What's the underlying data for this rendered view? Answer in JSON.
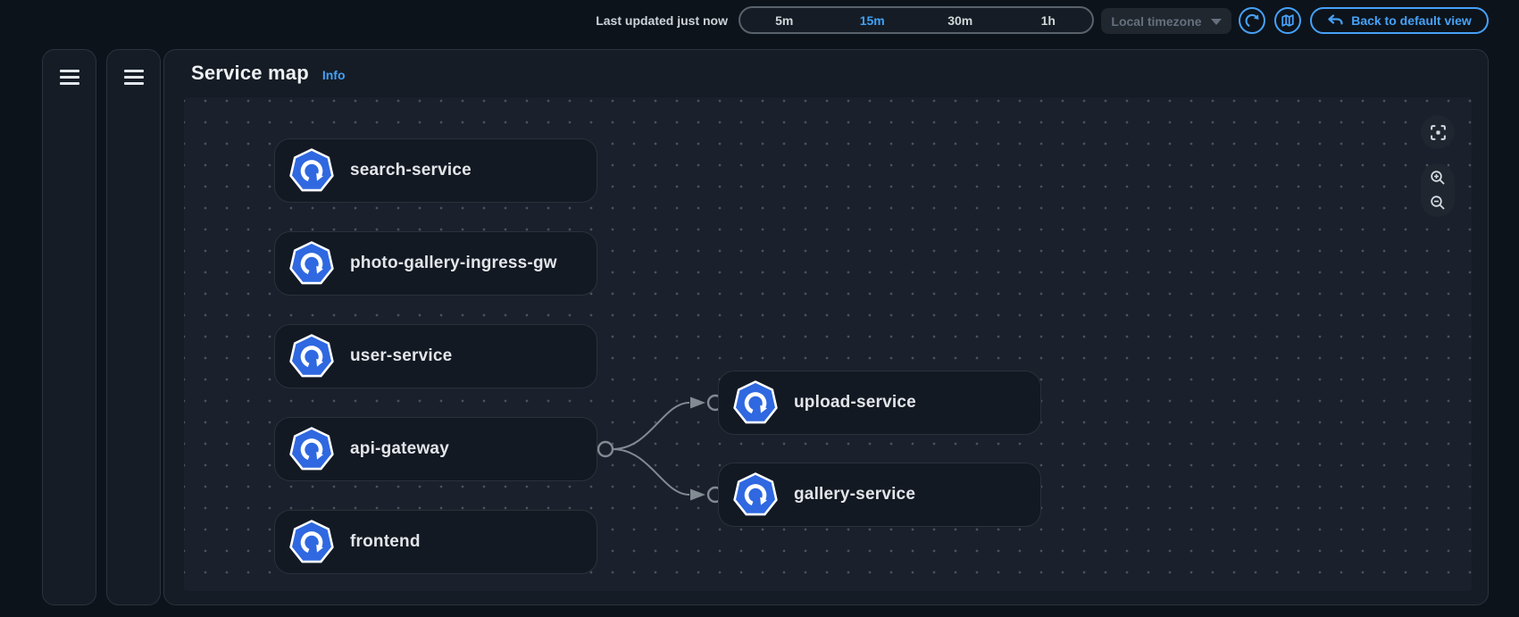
{
  "topbar": {
    "last_updated": "Last updated just now",
    "time_ranges": [
      {
        "label": "5m",
        "selected": false
      },
      {
        "label": "15m",
        "selected": true
      },
      {
        "label": "30m",
        "selected": false
      },
      {
        "label": "1h",
        "selected": false
      }
    ],
    "timezone_label": "Local timezone",
    "back_label": "Back to default view"
  },
  "service_map": {
    "title": "Service map",
    "info_label": "Info",
    "nodes": [
      {
        "label": "search-service",
        "icon": "kubernetes-service-icon"
      },
      {
        "label": "photo-gallery-ingress-gw",
        "icon": "kubernetes-service-icon"
      },
      {
        "label": "user-service",
        "icon": "kubernetes-service-icon"
      },
      {
        "label": "api-gateway",
        "icon": "kubernetes-service-icon"
      },
      {
        "label": "frontend",
        "icon": "kubernetes-service-icon"
      },
      {
        "label": "upload-service",
        "icon": "kubernetes-service-icon"
      },
      {
        "label": "gallery-service",
        "icon": "kubernetes-service-icon"
      }
    ],
    "edges": [
      {
        "from": "api-gateway",
        "to": "upload-service"
      },
      {
        "from": "api-gateway",
        "to": "gallery-service"
      }
    ]
  },
  "colors": {
    "accent_blue": "#46a2f8",
    "selected_range_blue": "#3fa1f7",
    "kubernetes_blue": "#2f68e0",
    "edge_gray": "#828a94",
    "panel_bg": "#151c25",
    "canvas_bg": "#1a212c",
    "node_bg": "#131922"
  }
}
